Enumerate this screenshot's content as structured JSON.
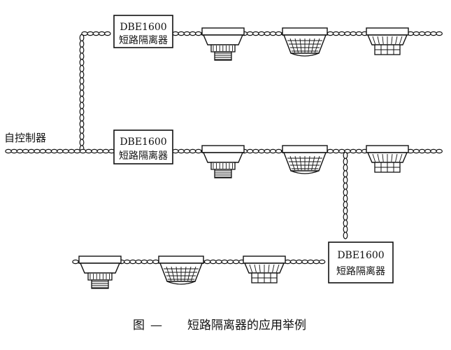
{
  "controller_label": "自控制器",
  "isolators": [
    {
      "model": "DBE1600",
      "name": "短路隔离器"
    },
    {
      "model": "DBE1600",
      "name": "短路隔离器"
    },
    {
      "model": "DBE1600",
      "name": "短路隔离器"
    }
  ],
  "caption": {
    "figure": "图",
    "dash": "—",
    "title": "短路隔离器的应用举例"
  },
  "colors": {
    "ink": "#111111",
    "background": "#ffffff"
  }
}
